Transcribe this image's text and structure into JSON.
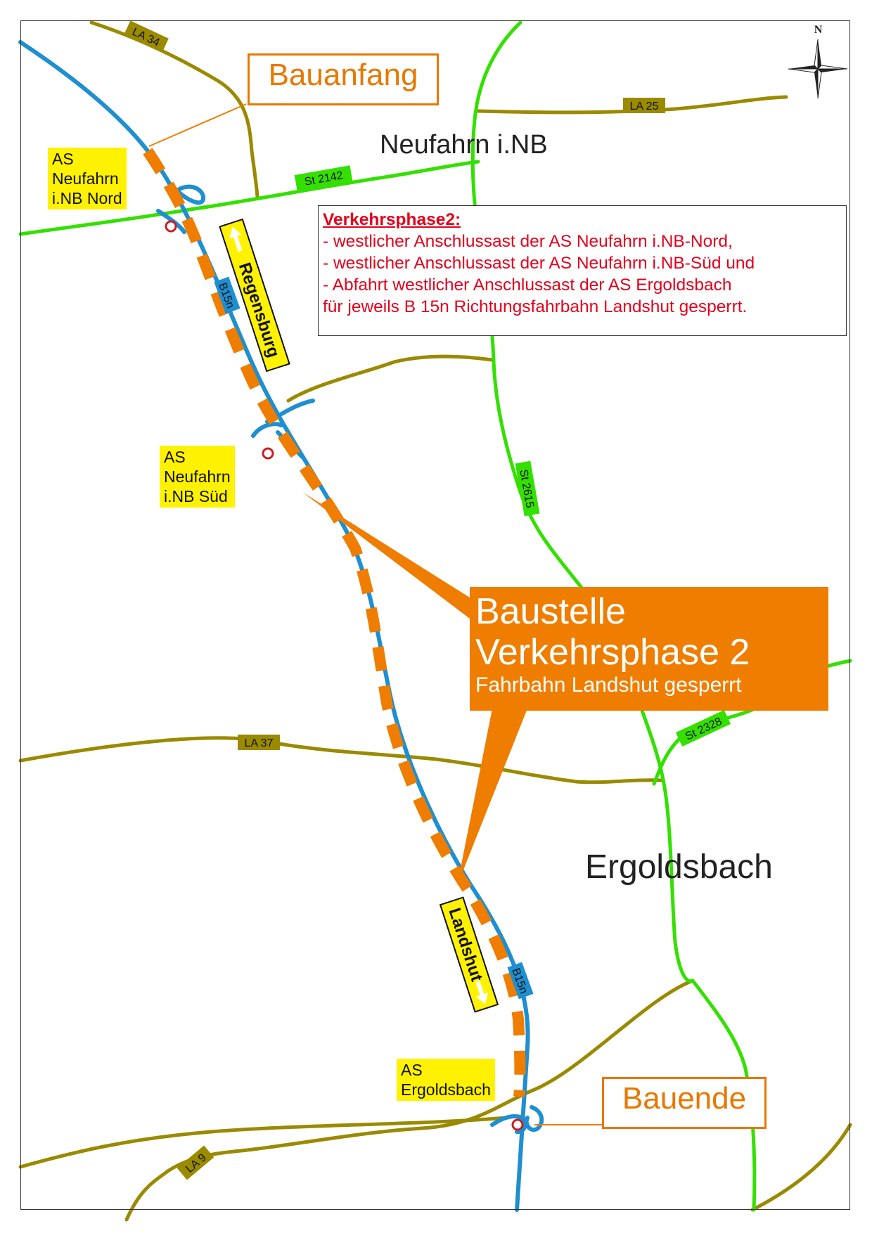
{
  "places": {
    "neufahrn": "Neufahrn i.NB",
    "ergoldsbach": "Ergoldsbach"
  },
  "road_labels": {
    "la34": "LA 34",
    "la25": "LA 25",
    "st2142": "St 2142",
    "st2615": "St 2615",
    "la37": "LA 37",
    "st2328": "St 2328",
    "la9": "LA 9",
    "b15n_upper": "B15n",
    "b15n_lower": "B15n"
  },
  "direction_signs": {
    "regensburg": "Regensburg",
    "landshut": "Landshut"
  },
  "junctions": {
    "nord": "AS\nNeufahrn\ni.NB Nord",
    "sued": "AS\nNeufahrn\ni.NB Süd",
    "ergoldsbach": "AS\nErgoldsbach"
  },
  "markers": {
    "bauanfang": "Bauanfang",
    "bauende": "Bauende"
  },
  "info_box": {
    "title": "Verkehrsphase2:",
    "lines": [
      "- westlicher Anschlussast der AS Neufahrn i.NB-Nord,",
      "- westlicher Anschlussast der AS Neufahrn i.NB-Süd und",
      "- Abfahrt westlicher Anschlussast der AS Ergoldsbach",
      "für jeweils B 15n Richtungsfahrbahn Landshut gesperrt."
    ]
  },
  "callout": {
    "line1": "Baustelle",
    "line2": "Verkehrsphase 2",
    "line3": "Fahrbahn Landshut gesperrt"
  },
  "compass": {
    "north": "N"
  },
  "colors": {
    "state_road": "#33e000",
    "district_road": "#9a8a00",
    "b15n": "#1e8fd0",
    "construction": "#ef7d00",
    "label_yellow": "#fff200",
    "text_red": "#e3001b"
  }
}
